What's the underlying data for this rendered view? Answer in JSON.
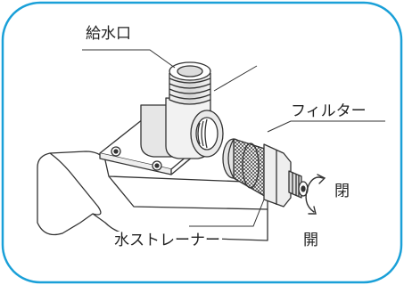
{
  "labels": {
    "water_inlet": "給水口",
    "filter": "フィルター",
    "water_strainer": "水ストレーナー",
    "close": "閉",
    "open": "開"
  },
  "colors": {
    "frame": "#1aa0d8",
    "line": "#333333",
    "shade": "#d8d8d8"
  }
}
